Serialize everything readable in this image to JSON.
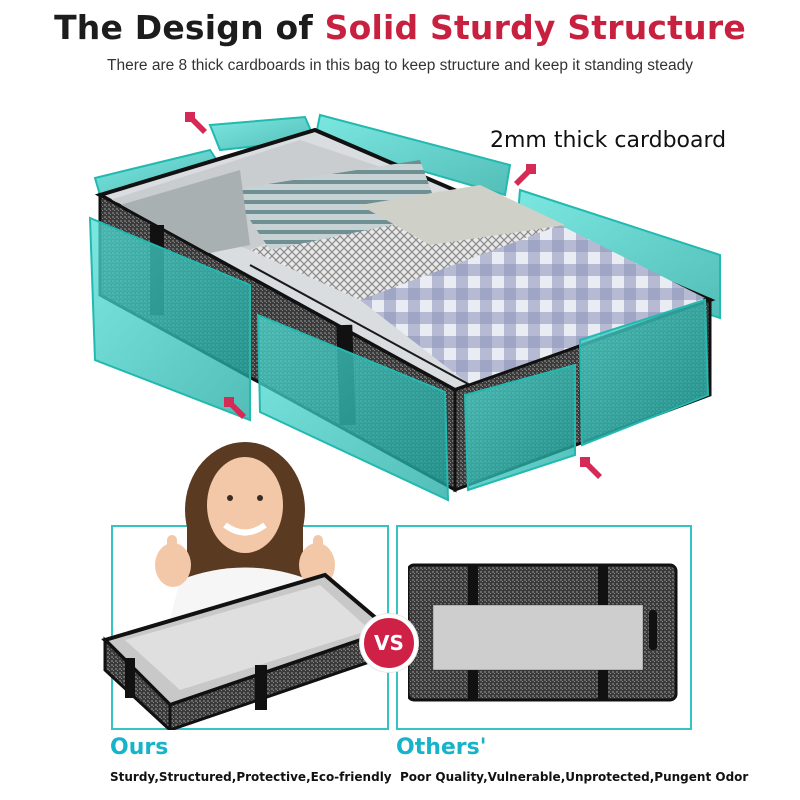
{
  "header": {
    "title_part1": "The Design of ",
    "title_part2": "Solid Sturdy Structure",
    "subtitle": "There are 8 thick cardboards in this bag to keep structure and keep it standing steady"
  },
  "callout": {
    "text": "2mm thick cardboard"
  },
  "comparison": {
    "vs_label": "VS",
    "ours": {
      "label": "Ours",
      "caption": "Sturdy,Structured,Protective,Eco-friendly"
    },
    "others": {
      "label": "Others'",
      "caption": "Poor Quality,Vulnerable,Unprotected,Pungent Odor"
    }
  },
  "colors": {
    "title_dark": "#1c1c1c",
    "title_accent": "#c8203f",
    "teal": "#17b3c9",
    "panel_border": "#35c4c4",
    "vs_badge": "#cf2146",
    "arrow": "#d42a55"
  }
}
